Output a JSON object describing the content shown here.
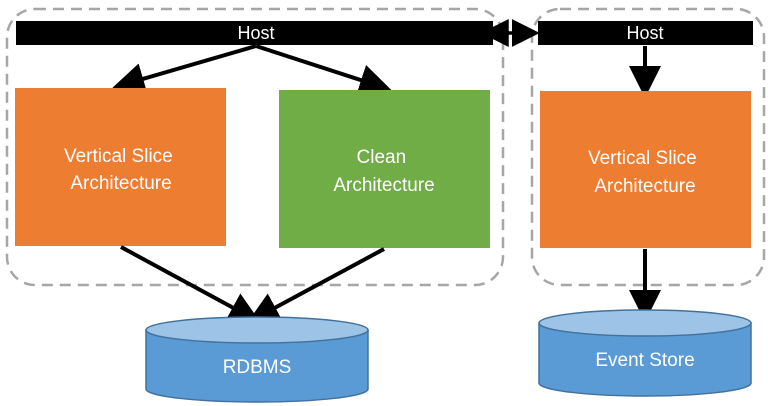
{
  "colors": {
    "host_bar": "#000000",
    "orange_box": "#ED7D31",
    "green_box": "#70AD47",
    "db_body": "#5B9BD5",
    "db_top": "#9DC3E6",
    "dashed_border": "#A6A6A6",
    "arrow": "#000000"
  },
  "left_deployment": {
    "host_label": "Host",
    "vertical_slice": {
      "line1": "Vertical Slice",
      "line2": "Architecture"
    },
    "clean": {
      "line1": "Clean",
      "line2": "Architecture"
    }
  },
  "right_deployment": {
    "host_label": "Host",
    "vertical_slice": {
      "line1": "Vertical Slice",
      "line2": "Architecture"
    }
  },
  "databases": {
    "rdbms": "RDBMS",
    "event_store": "Event Store"
  }
}
